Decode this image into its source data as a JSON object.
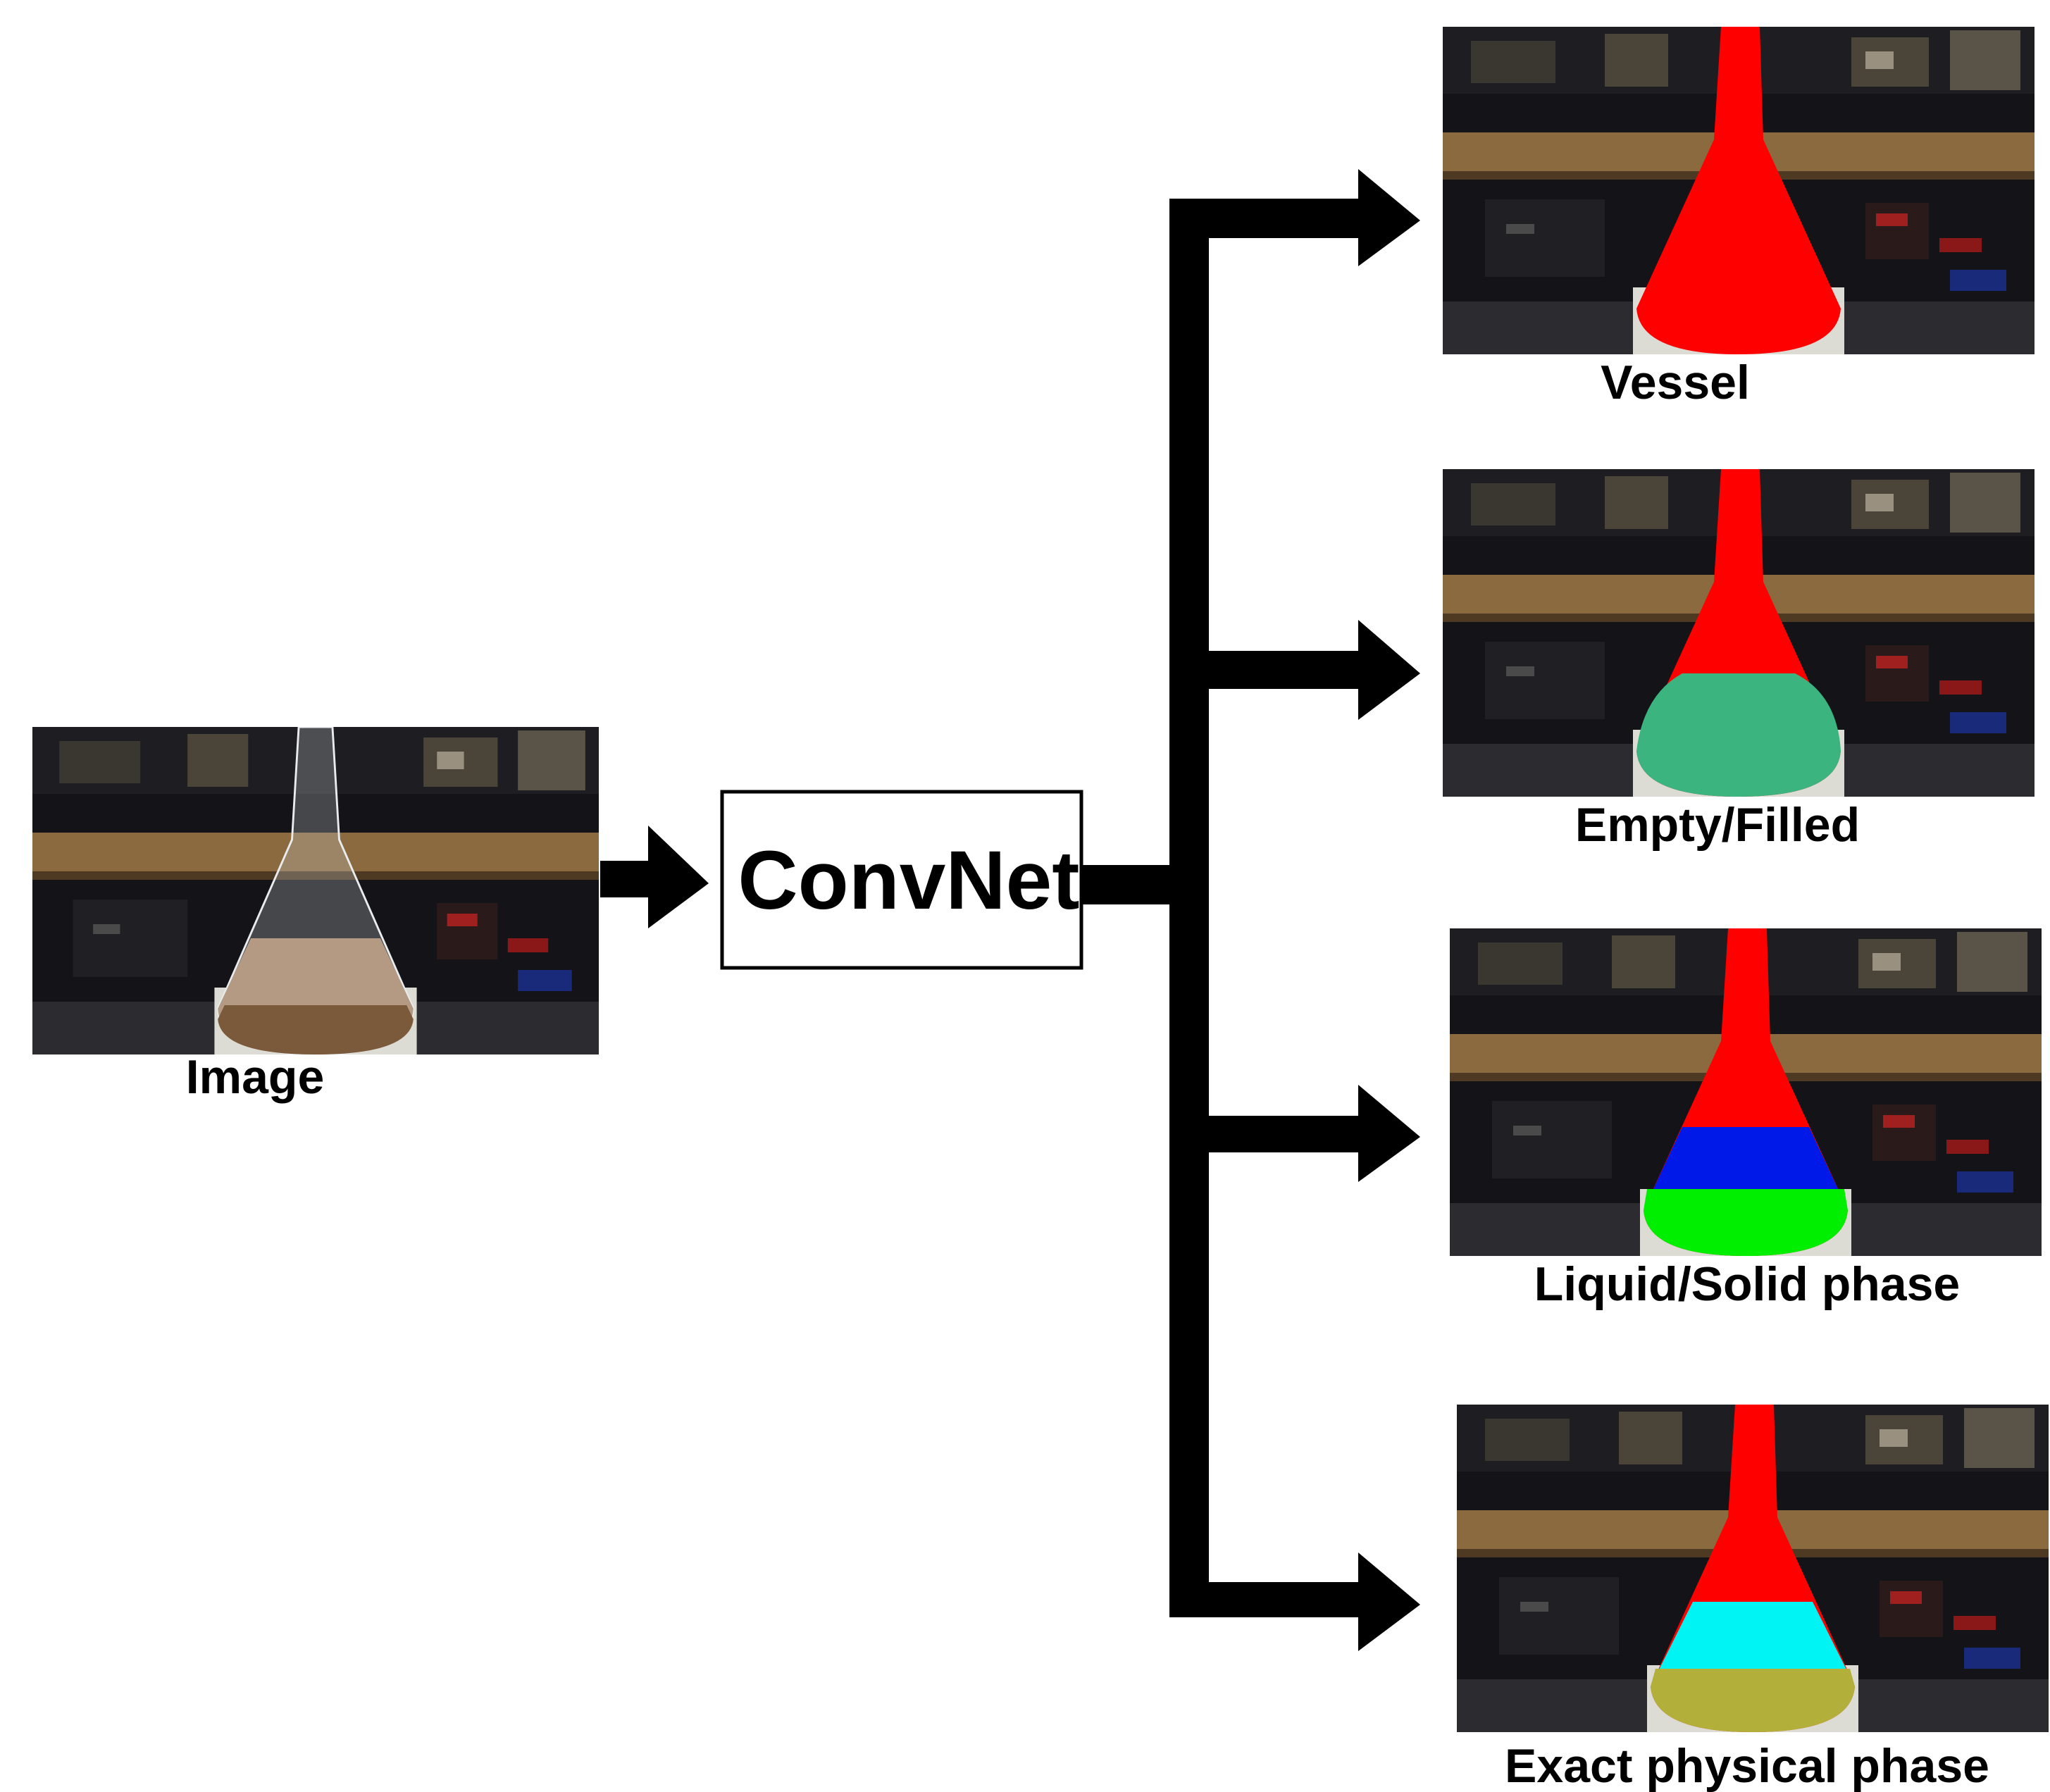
{
  "input": {
    "label": "Image"
  },
  "model": {
    "label": "ConvNet"
  },
  "outputs": [
    {
      "label": "Vessel",
      "regions": [
        {
          "color": "#ff0000"
        }
      ]
    },
    {
      "label": "Empty/Filled",
      "regions": [
        {
          "color": "#ff0000"
        },
        {
          "color": "#3cb47f"
        }
      ]
    },
    {
      "label": "Liquid/Solid phase",
      "regions": [
        {
          "color": "#ff0000"
        },
        {
          "color": "#0018e8"
        },
        {
          "color": "#00ee00"
        }
      ]
    },
    {
      "label": "Exact physical phase",
      "regions": [
        {
          "color": "#ff0000"
        },
        {
          "color": "#00f4f4"
        },
        {
          "color": "#b2b03a"
        }
      ]
    }
  ],
  "colors": {
    "arrow": "#000000",
    "photo_background": "#141418",
    "shelf": "#8a6a3e",
    "liquid": "#b49a82",
    "sediment": "#7a5a3a"
  }
}
